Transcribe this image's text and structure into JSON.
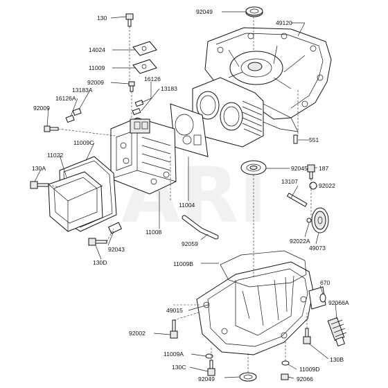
{
  "watermark": "ARI",
  "labels": {
    "l130": "130",
    "l92049_top": "92049",
    "l49120": "49120",
    "l14024": "14024",
    "l11009": "11009",
    "l16126": "16126",
    "l92009_a": "92009",
    "l13183": "13183",
    "l13183A": "13183A",
    "l16126A": "16126A",
    "l92009_b": "92009",
    "l11009C": "11009C",
    "l11022": "11022",
    "l551": "551",
    "l130A": "130A",
    "l92045": "92045",
    "l187": "187",
    "l13107": "13107",
    "l92022": "92022",
    "l11004": "11004",
    "l11008": "11008",
    "l92043": "92043",
    "l92022A": "92022A",
    "l130D": "130D",
    "l92059": "92059",
    "l49073": "49073",
    "l11009B": "11009B",
    "l670": "670",
    "l49015": "49015",
    "l92066A": "92066A",
    "l92002": "92002",
    "l130B": "130B",
    "l11009A": "11009A",
    "l130C": "130C",
    "l11009D": "11009D",
    "l92049_bot": "92049",
    "l92066": "92066"
  }
}
